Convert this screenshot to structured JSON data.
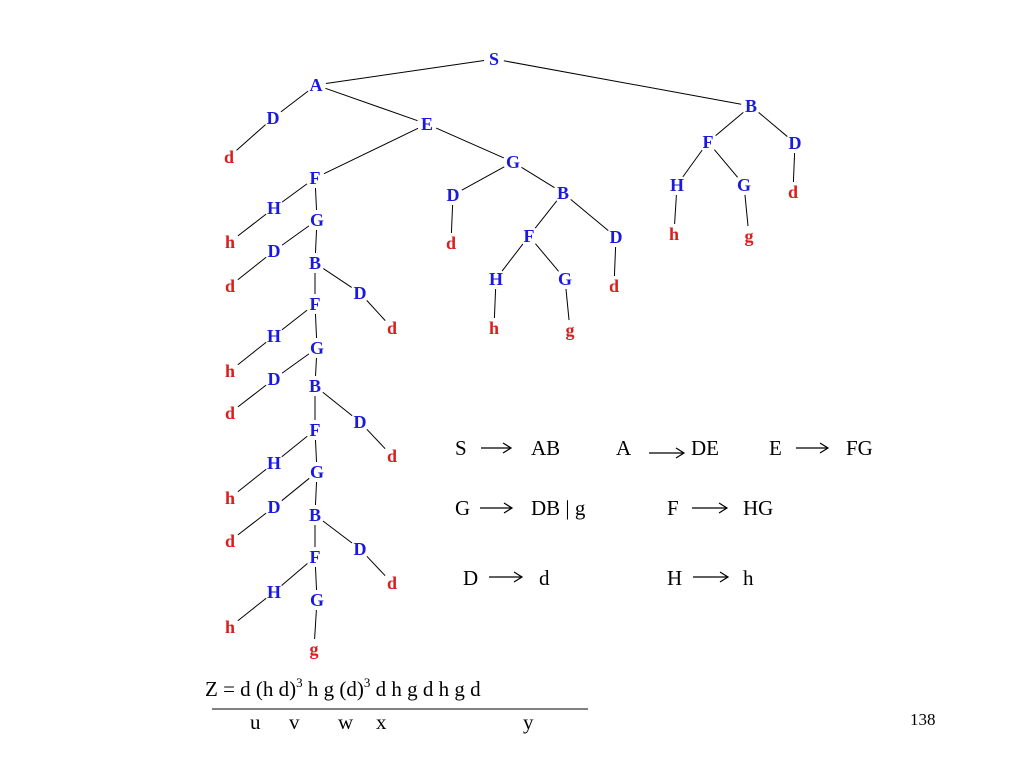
{
  "colors": {
    "nonterminal": "#1a1adc",
    "terminal": "#d91e1e",
    "edge": "#000000"
  },
  "tree_nodes": [
    {
      "id": "n0",
      "label": "S",
      "kind": "nonterminal"
    },
    {
      "id": "n1",
      "label": "A",
      "kind": "nonterminal"
    },
    {
      "id": "n2",
      "label": "B",
      "kind": "nonterminal"
    },
    {
      "id": "n3",
      "label": "D",
      "kind": "nonterminal"
    },
    {
      "id": "n4",
      "label": "d",
      "kind": "terminal"
    },
    {
      "id": "n5",
      "label": "E",
      "kind": "nonterminal"
    },
    {
      "id": "n6",
      "label": "F",
      "kind": "nonterminal"
    },
    {
      "id": "n7",
      "label": "G",
      "kind": "nonterminal"
    },
    {
      "id": "n8",
      "label": "H",
      "kind": "nonterminal"
    },
    {
      "id": "n9",
      "label": "h",
      "kind": "terminal"
    },
    {
      "id": "n10",
      "label": "G",
      "kind": "nonterminal"
    },
    {
      "id": "n11",
      "label": "D",
      "kind": "nonterminal"
    },
    {
      "id": "n12",
      "label": "d",
      "kind": "terminal"
    },
    {
      "id": "n13",
      "label": "B",
      "kind": "nonterminal"
    },
    {
      "id": "n14",
      "label": "F",
      "kind": "nonterminal"
    },
    {
      "id": "n15",
      "label": "D",
      "kind": "nonterminal"
    },
    {
      "id": "n16",
      "label": "d",
      "kind": "terminal"
    },
    {
      "id": "n17",
      "label": "H",
      "kind": "nonterminal"
    },
    {
      "id": "n18",
      "label": "h",
      "kind": "terminal"
    },
    {
      "id": "n19",
      "label": "G",
      "kind": "nonterminal"
    },
    {
      "id": "n20",
      "label": "D",
      "kind": "nonterminal"
    },
    {
      "id": "n21",
      "label": "d",
      "kind": "terminal"
    },
    {
      "id": "n22",
      "label": "B",
      "kind": "nonterminal"
    },
    {
      "id": "n23",
      "label": "F",
      "kind": "nonterminal"
    },
    {
      "id": "n24",
      "label": "D",
      "kind": "nonterminal"
    },
    {
      "id": "n25",
      "label": "d",
      "kind": "terminal"
    },
    {
      "id": "n26",
      "label": "H",
      "kind": "nonterminal"
    },
    {
      "id": "n27",
      "label": "h",
      "kind": "terminal"
    },
    {
      "id": "n28",
      "label": "G",
      "kind": "nonterminal"
    },
    {
      "id": "n29",
      "label": "D",
      "kind": "nonterminal"
    },
    {
      "id": "n30",
      "label": "d",
      "kind": "terminal"
    },
    {
      "id": "n31",
      "label": "B",
      "kind": "nonterminal"
    },
    {
      "id": "n32",
      "label": "F",
      "kind": "nonterminal"
    },
    {
      "id": "n33",
      "label": "D",
      "kind": "nonterminal"
    },
    {
      "id": "n34",
      "label": "d",
      "kind": "terminal"
    },
    {
      "id": "n35",
      "label": "H",
      "kind": "nonterminal"
    },
    {
      "id": "n36",
      "label": "h",
      "kind": "terminal"
    },
    {
      "id": "n37",
      "label": "G",
      "kind": "nonterminal"
    },
    {
      "id": "n38",
      "label": "g",
      "kind": "terminal"
    },
    {
      "id": "n39",
      "label": "D",
      "kind": "nonterminal"
    },
    {
      "id": "n40",
      "label": "d",
      "kind": "terminal"
    },
    {
      "id": "n41",
      "label": "B",
      "kind": "nonterminal"
    },
    {
      "id": "n42",
      "label": "F",
      "kind": "nonterminal"
    },
    {
      "id": "n43",
      "label": "D",
      "kind": "nonterminal"
    },
    {
      "id": "n44",
      "label": "d",
      "kind": "terminal"
    },
    {
      "id": "n45",
      "label": "H",
      "kind": "nonterminal"
    },
    {
      "id": "n46",
      "label": "h",
      "kind": "terminal"
    },
    {
      "id": "n47",
      "label": "G",
      "kind": "nonterminal"
    },
    {
      "id": "n48",
      "label": "g",
      "kind": "terminal"
    },
    {
      "id": "n49",
      "label": "F",
      "kind": "nonterminal"
    },
    {
      "id": "n50",
      "label": "D",
      "kind": "nonterminal"
    },
    {
      "id": "n51",
      "label": "d",
      "kind": "terminal"
    },
    {
      "id": "n52",
      "label": "H",
      "kind": "nonterminal"
    },
    {
      "id": "n53",
      "label": "h",
      "kind": "terminal"
    },
    {
      "id": "n54",
      "label": "G",
      "kind": "nonterminal"
    },
    {
      "id": "n55",
      "label": "g",
      "kind": "terminal"
    }
  ],
  "tree_edges": [
    [
      "n0",
      "n1"
    ],
    [
      "n0",
      "n2"
    ],
    [
      "n1",
      "n3"
    ],
    [
      "n3",
      "n4"
    ],
    [
      "n1",
      "n5"
    ],
    [
      "n5",
      "n6"
    ],
    [
      "n5",
      "n7"
    ],
    [
      "n6",
      "n8"
    ],
    [
      "n8",
      "n9"
    ],
    [
      "n6",
      "n10"
    ],
    [
      "n10",
      "n11"
    ],
    [
      "n11",
      "n12"
    ],
    [
      "n10",
      "n13"
    ],
    [
      "n13",
      "n14"
    ],
    [
      "n13",
      "n15"
    ],
    [
      "n15",
      "n16"
    ],
    [
      "n14",
      "n17"
    ],
    [
      "n17",
      "n18"
    ],
    [
      "n14",
      "n19"
    ],
    [
      "n19",
      "n20"
    ],
    [
      "n20",
      "n21"
    ],
    [
      "n19",
      "n22"
    ],
    [
      "n22",
      "n23"
    ],
    [
      "n22",
      "n24"
    ],
    [
      "n24",
      "n25"
    ],
    [
      "n23",
      "n26"
    ],
    [
      "n26",
      "n27"
    ],
    [
      "n23",
      "n28"
    ],
    [
      "n28",
      "n29"
    ],
    [
      "n29",
      "n30"
    ],
    [
      "n28",
      "n31"
    ],
    [
      "n31",
      "n32"
    ],
    [
      "n31",
      "n33"
    ],
    [
      "n33",
      "n34"
    ],
    [
      "n32",
      "n35"
    ],
    [
      "n35",
      "n36"
    ],
    [
      "n32",
      "n37"
    ],
    [
      "n37",
      "n38"
    ],
    [
      "n7",
      "n39"
    ],
    [
      "n39",
      "n40"
    ],
    [
      "n7",
      "n41"
    ],
    [
      "n41",
      "n42"
    ],
    [
      "n41",
      "n43"
    ],
    [
      "n43",
      "n44"
    ],
    [
      "n42",
      "n45"
    ],
    [
      "n45",
      "n46"
    ],
    [
      "n42",
      "n47"
    ],
    [
      "n47",
      "n48"
    ],
    [
      "n2",
      "n49"
    ],
    [
      "n2",
      "n50"
    ],
    [
      "n50",
      "n51"
    ],
    [
      "n49",
      "n52"
    ],
    [
      "n52",
      "n53"
    ],
    [
      "n49",
      "n54"
    ],
    [
      "n54",
      "n55"
    ]
  ],
  "grammar": {
    "rules": [
      {
        "lhs": "S",
        "rhs": "AB"
      },
      {
        "lhs": "A",
        "rhs": "DE"
      },
      {
        "lhs": "E",
        "rhs": "FG"
      },
      {
        "lhs": "G",
        "rhs": "DB | g"
      },
      {
        "lhs": "F",
        "rhs": "HG"
      },
      {
        "lhs": "D",
        "rhs": "d"
      },
      {
        "lhs": "H",
        "rhs": "h"
      }
    ]
  },
  "decomposition": {
    "prefix": "Z = d (h d)",
    "exp1": "3",
    "mid": " h g (d)",
    "exp2": "3",
    "suffix": " d h g d h g d",
    "parts": [
      "u",
      "v",
      "w",
      "x",
      "y"
    ]
  },
  "page_number": "138"
}
